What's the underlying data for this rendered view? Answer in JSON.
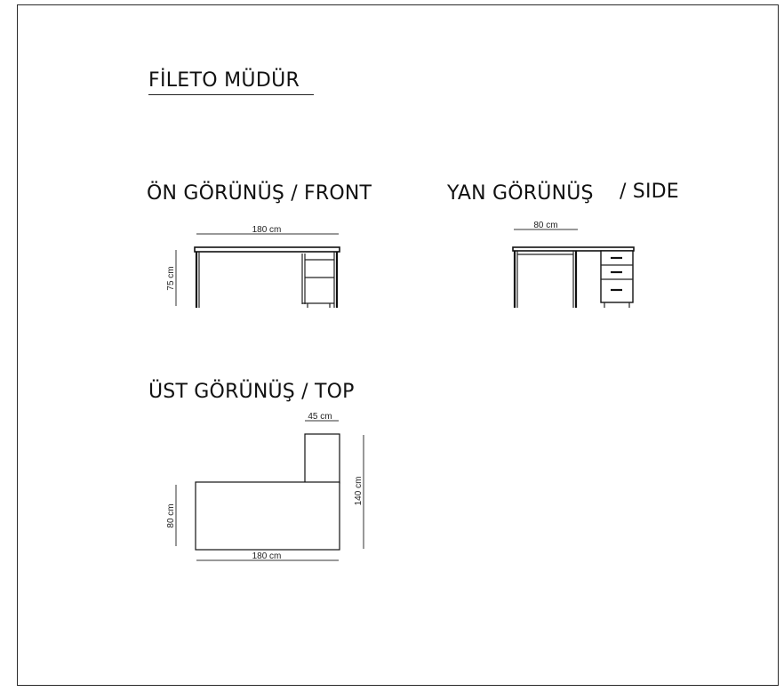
{
  "title": "FİLETO MÜDÜR",
  "views": {
    "front": {
      "heading": "ÖN GÖRÜNÜŞ / FRONT",
      "width_label": "180 cm",
      "height_label": "75 cm"
    },
    "side": {
      "heading_main": "YAN GÖRÜNÜŞ",
      "heading_suffix": "/ SIDE",
      "width_label": "80 cm"
    },
    "top": {
      "heading": "ÜST GÖRÜNÜŞ / TOP",
      "return_width_label": "45 cm",
      "overall_depth_label": "140 cm",
      "desk_depth_label": "80 cm",
      "desk_width_label": "180 cm"
    }
  }
}
